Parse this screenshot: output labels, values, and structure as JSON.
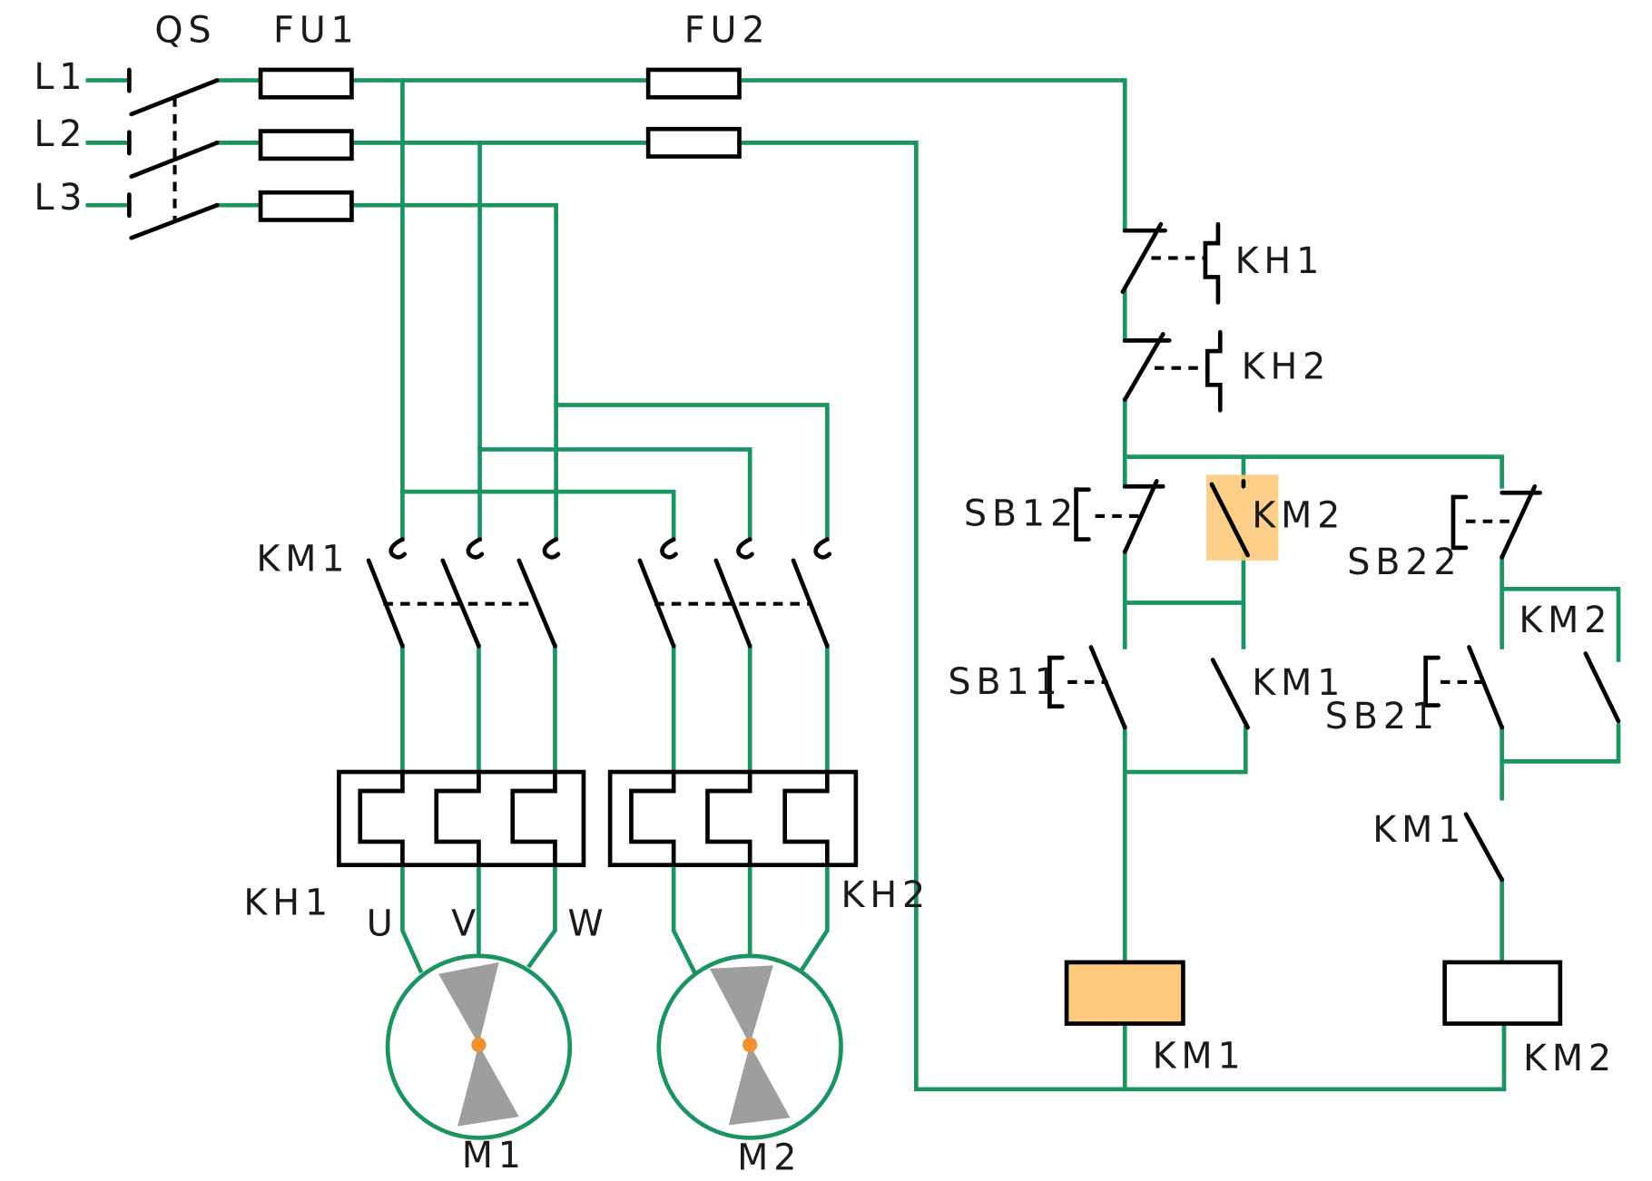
{
  "colors": {
    "wire": "#1a9460",
    "contact": "#000000",
    "highlight": "#fdca7e",
    "fan_blade": "#9e9e9e",
    "rotor_center": "#f0922e"
  },
  "labels": {
    "l1": "L1",
    "l2": "L2",
    "l3": "L3",
    "qs": "QS",
    "fu1": "FU1",
    "fu2": "FU2",
    "km1_main": "KM1",
    "kh1_main": "KH1",
    "kh2_main": "KH2",
    "u": "U",
    "v": "V",
    "w": "W",
    "m1": "M1",
    "m2": "M2",
    "kh1_ctrl": "KH1",
    "kh2_ctrl": "KH2",
    "sb12": "SB12",
    "km2_nc": "KM2",
    "sb11": "SB11",
    "km1_hold": "KM1",
    "sb22": "SB22",
    "km2_interlock": "KM2",
    "sb21": "SB21",
    "km1_seq": "KM1",
    "km1_coil": "KM1",
    "km2_coil": "KM2"
  }
}
